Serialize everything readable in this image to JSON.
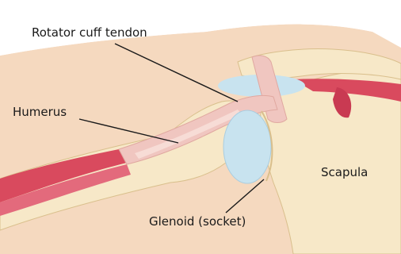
{
  "labels": {
    "rotator_cuff_tendon": "Rotator cuff tendon",
    "humerus": "Humerus",
    "scapula": "Scapula",
    "glenoid": "Glenoid (socket)"
  },
  "colors": {
    "skin": "#f5d9bf",
    "bone": "#f7e8c8",
    "bone_shadow": "#e9d3a6",
    "tendon": "#f0c6c0",
    "muscle": "#d94a5e",
    "cartilage": "#c8e3ef",
    "leader": "#1a1a1a"
  }
}
